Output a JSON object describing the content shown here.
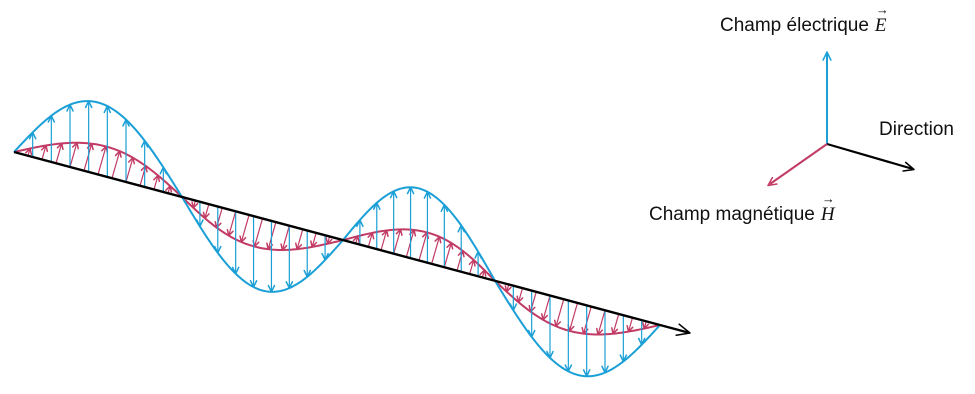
{
  "labels": {
    "electric_field": "Champ électrique",
    "electric_symbol": "E",
    "direction": "Direction",
    "magnetic_field": "Champ magnétique",
    "magnetic_symbol": "H"
  },
  "colors": {
    "electric": "#1a9fd6",
    "magnetic": "#c23b64",
    "axis": "#000000",
    "background": "#ffffff"
  },
  "wave": {
    "half_periods": 4,
    "electric_vectors_per_half_period": 8,
    "magnetic_vectors_per_half_period": 11
  }
}
